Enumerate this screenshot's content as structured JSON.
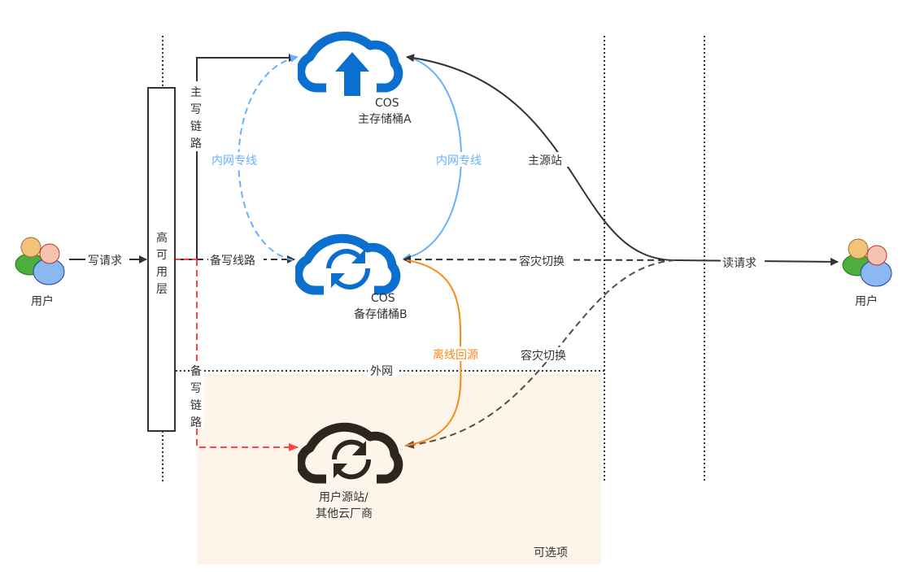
{
  "colors": {
    "cos_blue": "#0a6fce",
    "origin_dark": "#2e261e",
    "private_line": "#66b1ff",
    "backup_red": "#f44",
    "offline_orange": "#f98a1a",
    "optional_bg": "#fdf4ea"
  },
  "users": {
    "left_label": "用户",
    "right_label": "用户"
  },
  "ha_layer": {
    "label_chars": [
      "高",
      "可",
      "用",
      "层"
    ]
  },
  "edges": {
    "write_request": "写请求",
    "primary_write_link_chars": [
      "主",
      "写",
      "链",
      "路"
    ],
    "backup_write_line": "备写线路",
    "backup_write_link_chars": [
      "备",
      "写",
      "链",
      "路"
    ],
    "private_line_left": "内网专线",
    "private_line_right": "内网专线",
    "primary_origin": "主源站",
    "failover_1": "容灾切换",
    "failover_2": "容灾切换",
    "offline_back_to_origin": "离线回源",
    "read_request": "读请求",
    "public_network": "外网"
  },
  "nodes": {
    "bucket_a": {
      "line1": "COS",
      "line2": "主存储桶A",
      "icon": "cloud-upload-icon"
    },
    "bucket_b": {
      "line1": "COS",
      "line2": "备存储桶B",
      "icon": "cloud-sync-icon"
    },
    "origin": {
      "line1": "用户源站/",
      "line2": "其他云厂商",
      "icon": "cloud-sync-icon"
    }
  },
  "optional_region": {
    "label": "可选项"
  }
}
